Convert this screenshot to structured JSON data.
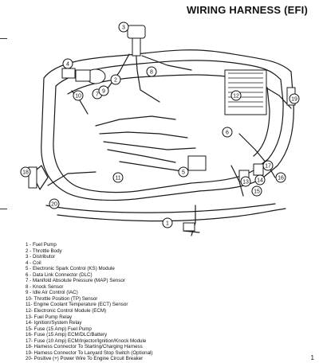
{
  "title": "WIRING HARNESS (EFI)",
  "callouts": [
    "1",
    "2",
    "3",
    "4",
    "5",
    "6",
    "7",
    "8",
    "9",
    "10",
    "11",
    "12",
    "13",
    "14",
    "15",
    "16",
    "17",
    "18",
    "19",
    "20"
  ],
  "legend": [
    "1 - Fuel Pump",
    "2 - Throttle Body",
    "3 - Distributor",
    "4 - Coil",
    "5 - Electronic Spark Control (KS) Module",
    "6 - Data Link Connector (DLC)",
    "7 - Manifold Absolute Pressure (MAP) Sensor",
    "8 - Knock Sensor",
    "9 - Idle Air Control (IAC)",
    "10- Throttle Position (TP) Sensor",
    "11- Engine Coolant Temperature (ECT) Sensor",
    "12- Electronic Control Module (ECM)",
    "13- Fuel Pump Relay",
    "14- Ignition/System Relay",
    "15- Fuse (15 Amp) Fuel Pump",
    "16- Fuse (15 Amp) ECM/DLC/Battery",
    "17- Fuse (10 Amp) ECM/Injector/Ignition/Knock Module",
    "18- Harness Connector To Starting/Charging Harness",
    "19- Harness Connector To Lanyard Stop Switch (Optional)",
    "20- Positive (+) Power Wire To Engine Circuit Breaker"
  ],
  "page_mark": "1"
}
